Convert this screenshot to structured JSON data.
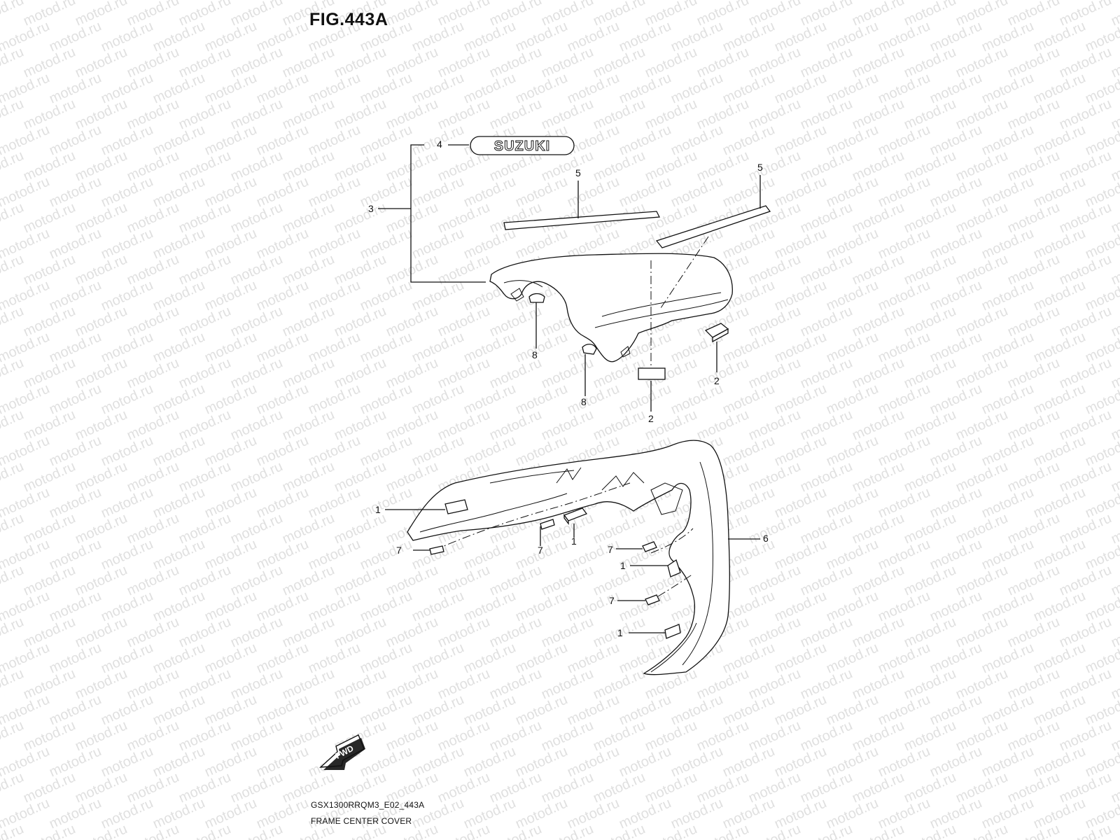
{
  "watermark": "motod.ru",
  "figure": {
    "title": "FIG.443A",
    "model_code": "GSX1300RRQM3_E02_443A",
    "section_name": "FRAME CENTER COVER",
    "direction_label": "FWD",
    "emblem_text": "SUZUKI"
  },
  "callouts": [
    "4",
    "3",
    "5",
    "5",
    "8",
    "8",
    "2",
    "2",
    "1",
    "7",
    "7",
    "1",
    "7",
    "1",
    "6",
    "7",
    "1"
  ]
}
